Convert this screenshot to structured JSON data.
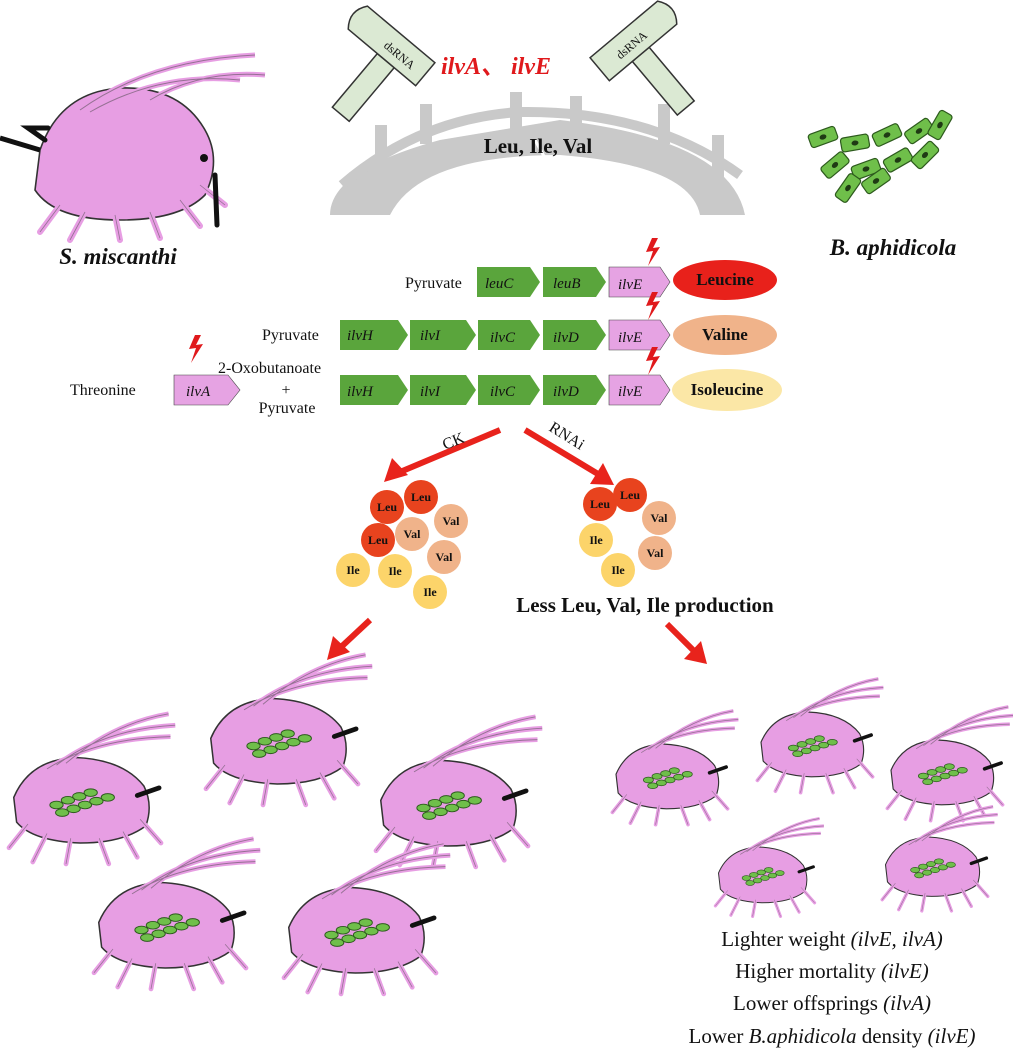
{
  "top": {
    "knockdown_genes": "ilvA、 ilvE",
    "hammer_label": "dsRNA",
    "bridge_label": "Leu, Ile, Val"
  },
  "organisms": {
    "host": "S. miscanthi",
    "symbiont": "B. aphidicola"
  },
  "pathway": {
    "leucine_row": {
      "start": "Pyruvate",
      "genes": [
        "leuC",
        "leuB",
        "ilvE"
      ],
      "product": "Leucine"
    },
    "valine_row": {
      "start": "Pyruvate",
      "genes": [
        "ilvH",
        "ilvI",
        "ilvC",
        "ilvD",
        "ilvE"
      ],
      "product": "Valine"
    },
    "isoleucine_row": {
      "start": "Threonine",
      "first_gene": "ilvA",
      "intermediate_top": "2-Oxobutanoate",
      "intermediate_plus": "+",
      "intermediate_bottom": "Pyruvate",
      "genes": [
        "ilvH",
        "ilvI",
        "ilvC",
        "ilvD",
        "ilvE"
      ],
      "product": "Isoleucine"
    }
  },
  "branches": {
    "control_label": "CK",
    "rnai_label": "RNAi",
    "control_pool": [
      "Leu",
      "Leu",
      "Leu",
      "Val",
      "Val",
      "Val",
      "Ile",
      "Ile",
      "Ile"
    ],
    "rnai_pool": [
      "Leu",
      "Leu",
      "Val",
      "Val",
      "Ile",
      "Ile"
    ],
    "rnai_caption": "Less Leu, Val, Ile production"
  },
  "effects": [
    {
      "text": "Lighter weight ",
      "italic": "(ilvE, ilvA)"
    },
    {
      "text": "Higher mortality ",
      "italic": "(ilvE)"
    },
    {
      "text": "Lower offsprings ",
      "italic": "(ilvA)"
    },
    {
      "text": "Lower ",
      "italic": "B.aphidicola",
      "text2": " density ",
      "italic2": "(ilvE)"
    }
  ],
  "colors": {
    "aphid": "#e79ee3",
    "bacteria": "#6fbf4a",
    "gene_green": "#5aa53c",
    "gene_pink": "#e6a3e3",
    "leucine": "#e8211b",
    "valine": "#f0b38a",
    "isoleucine": "#fbe7a6",
    "arrow_red": "#e8231c",
    "highlight_red": "#e0191c",
    "bridge_grey": "#c9c9c9"
  }
}
